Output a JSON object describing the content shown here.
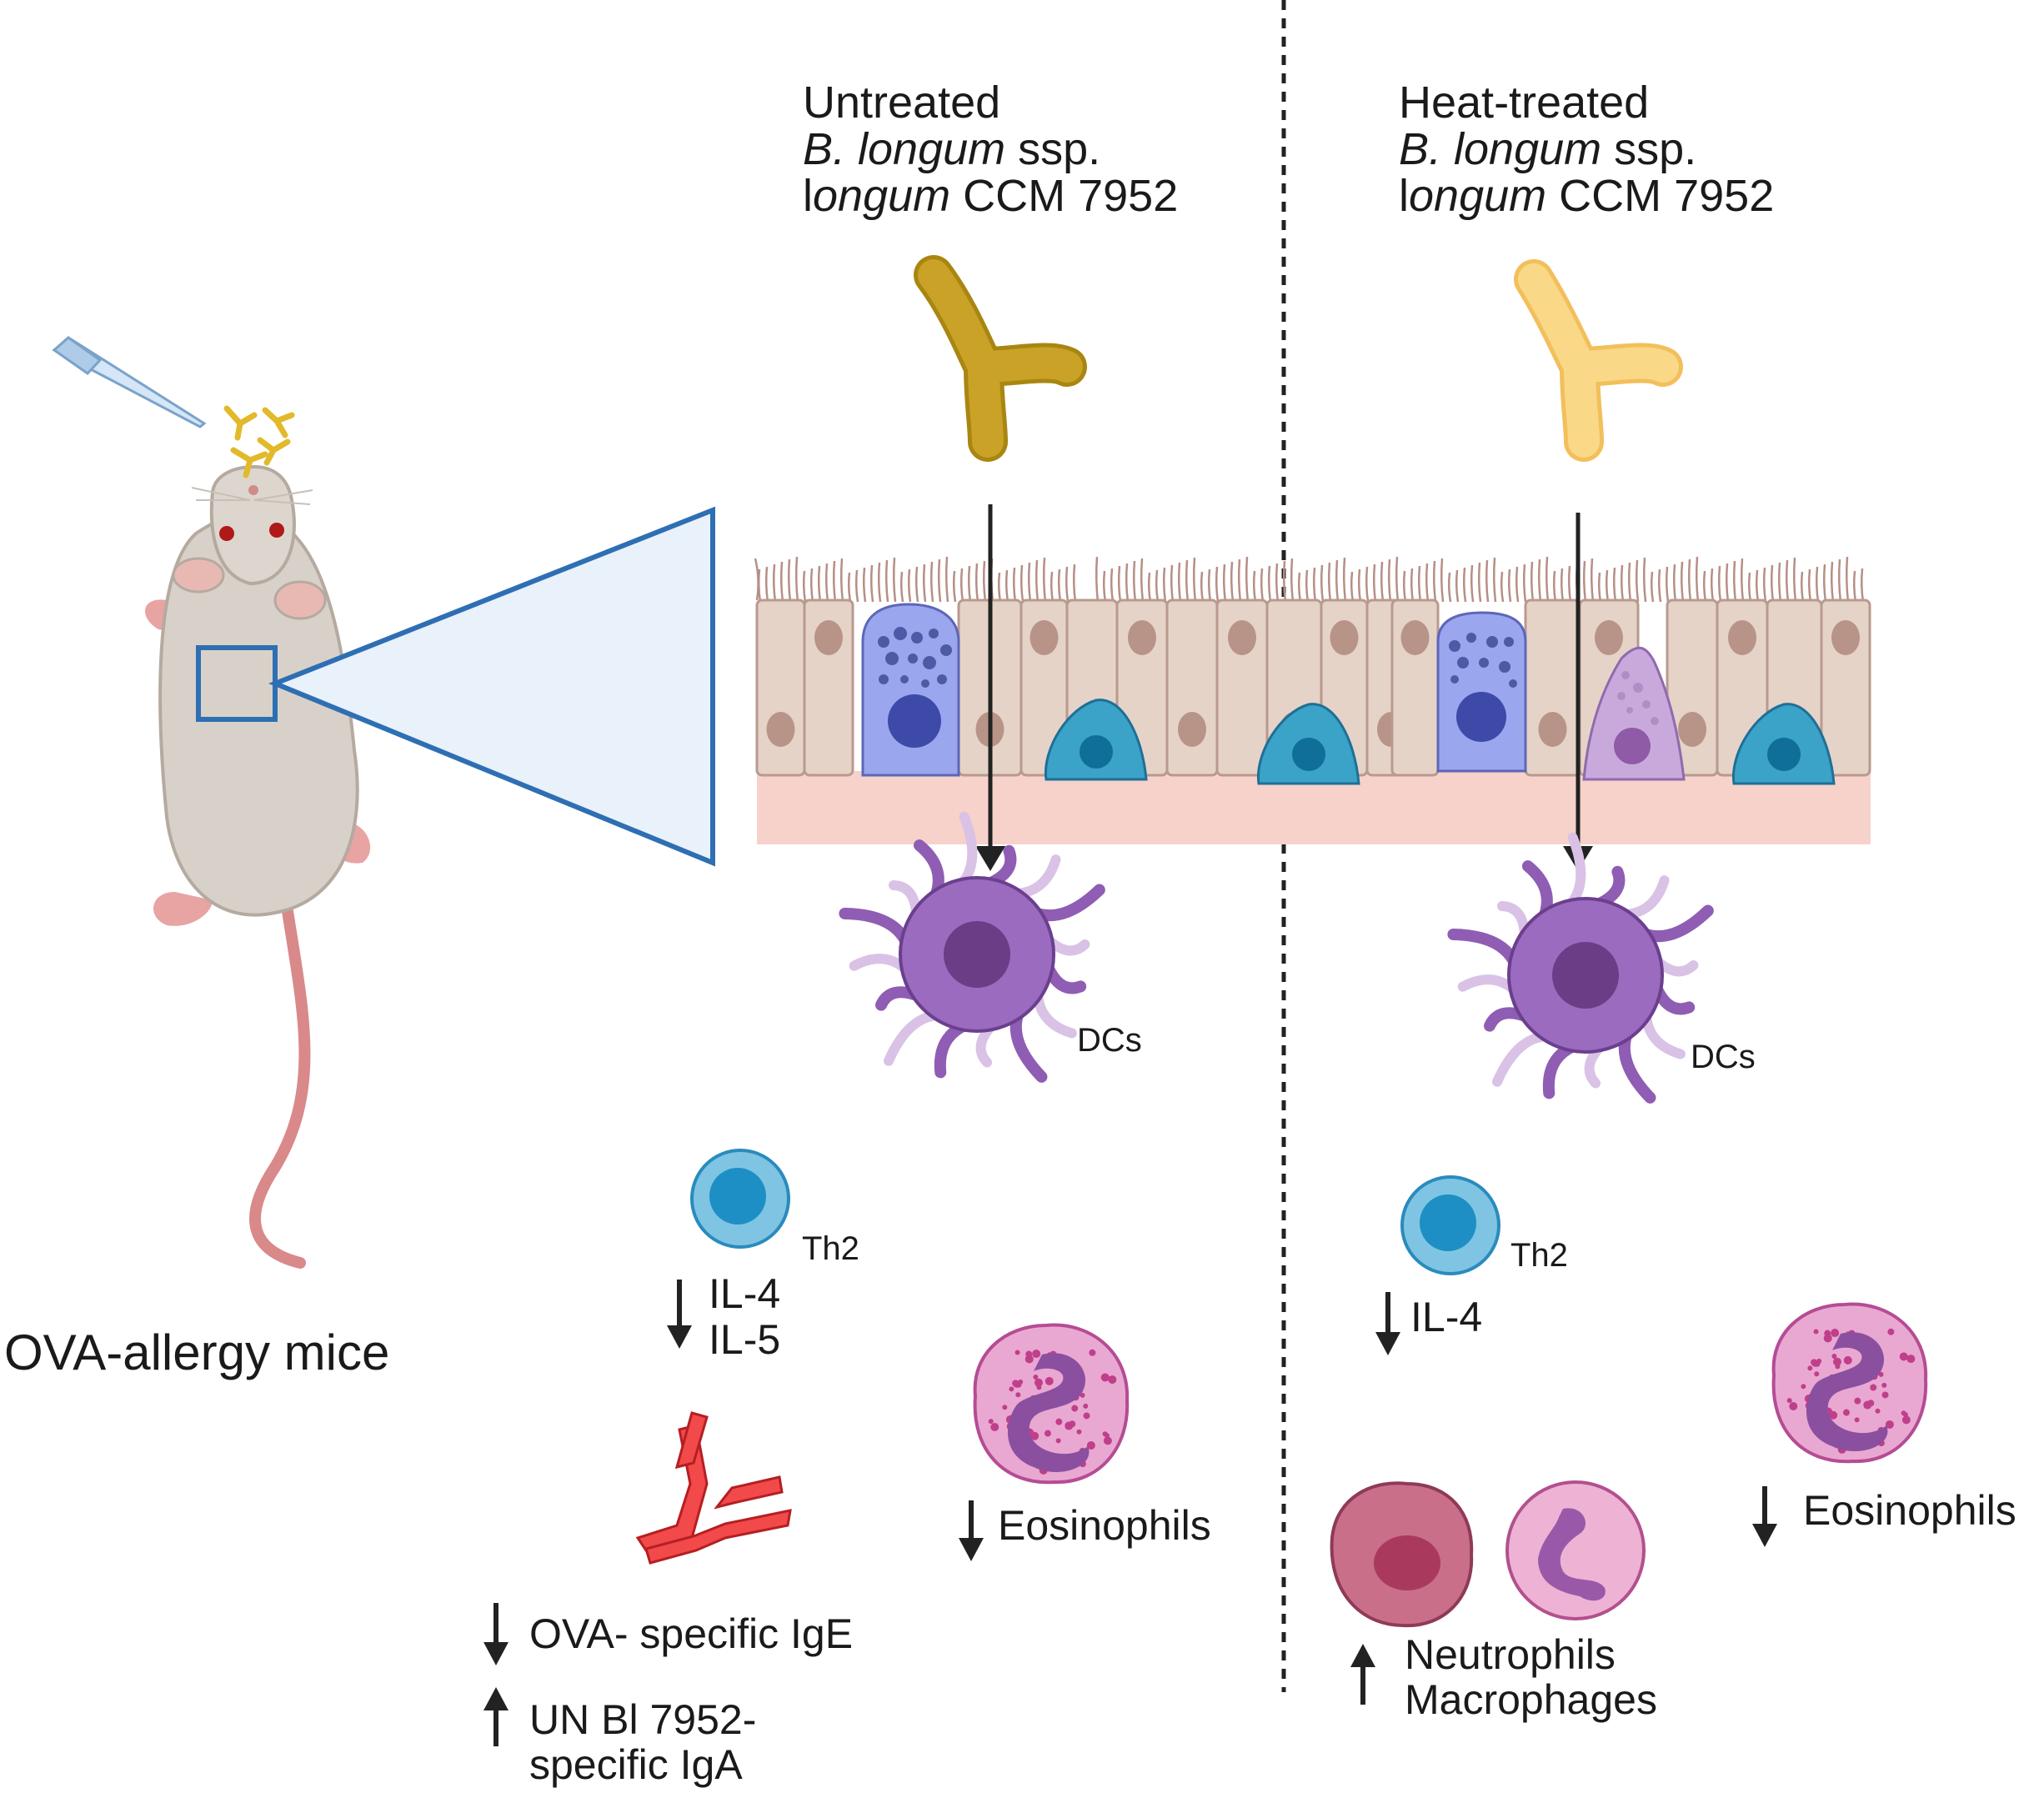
{
  "left": {
    "mouse_label": "OVA-allergy mice"
  },
  "untreated": {
    "title_line1": "Untreated",
    "title_line2_italic": "B. longum",
    "title_line2_rest": " ssp.",
    "title_line3_prefix": "l",
    "title_line3_italic": "ongum",
    "title_line3_rest": " CCM 7952",
    "dc_label": "DCs",
    "th2_label": "Th2",
    "cytokine_1": "IL-4",
    "cytokine_2": "IL-5",
    "eosinophil_label": "Eosinophils",
    "ige_label": "OVA- specific IgE",
    "iga_label_line1": "UN Bl 7952-",
    "iga_label_line2": "specific IgA"
  },
  "heat_treated": {
    "title_line1": "Heat-treated",
    "title_line2_italic": "B. longum",
    "title_line2_rest": " ssp.",
    "title_line3_prefix": "l",
    "title_line3_italic": "ongum",
    "title_line3_rest": " CCM 7952",
    "dc_label": "DCs",
    "th2_label": "Th2",
    "cytokine_1": "IL-4",
    "eosinophil_label": "Eosinophils",
    "neutrophil_label": "Neutrophils",
    "macrophage_label": "Macrophages"
  },
  "colors": {
    "bacteria_untreated": "#c9a227",
    "bacteria_heat": "#f7d07a",
    "zoom_outline": "#2e6fb3",
    "zoom_fill": "#e9f1fb",
    "epithelium": "#e6d3c8",
    "lamina": "#f6d2ca",
    "goblet": "#9aa6ee",
    "dc": "#9a6bbf",
    "th2": "#7fc5e3",
    "eosinophil": "#e9a8d2",
    "antibody": "#f2494a"
  }
}
